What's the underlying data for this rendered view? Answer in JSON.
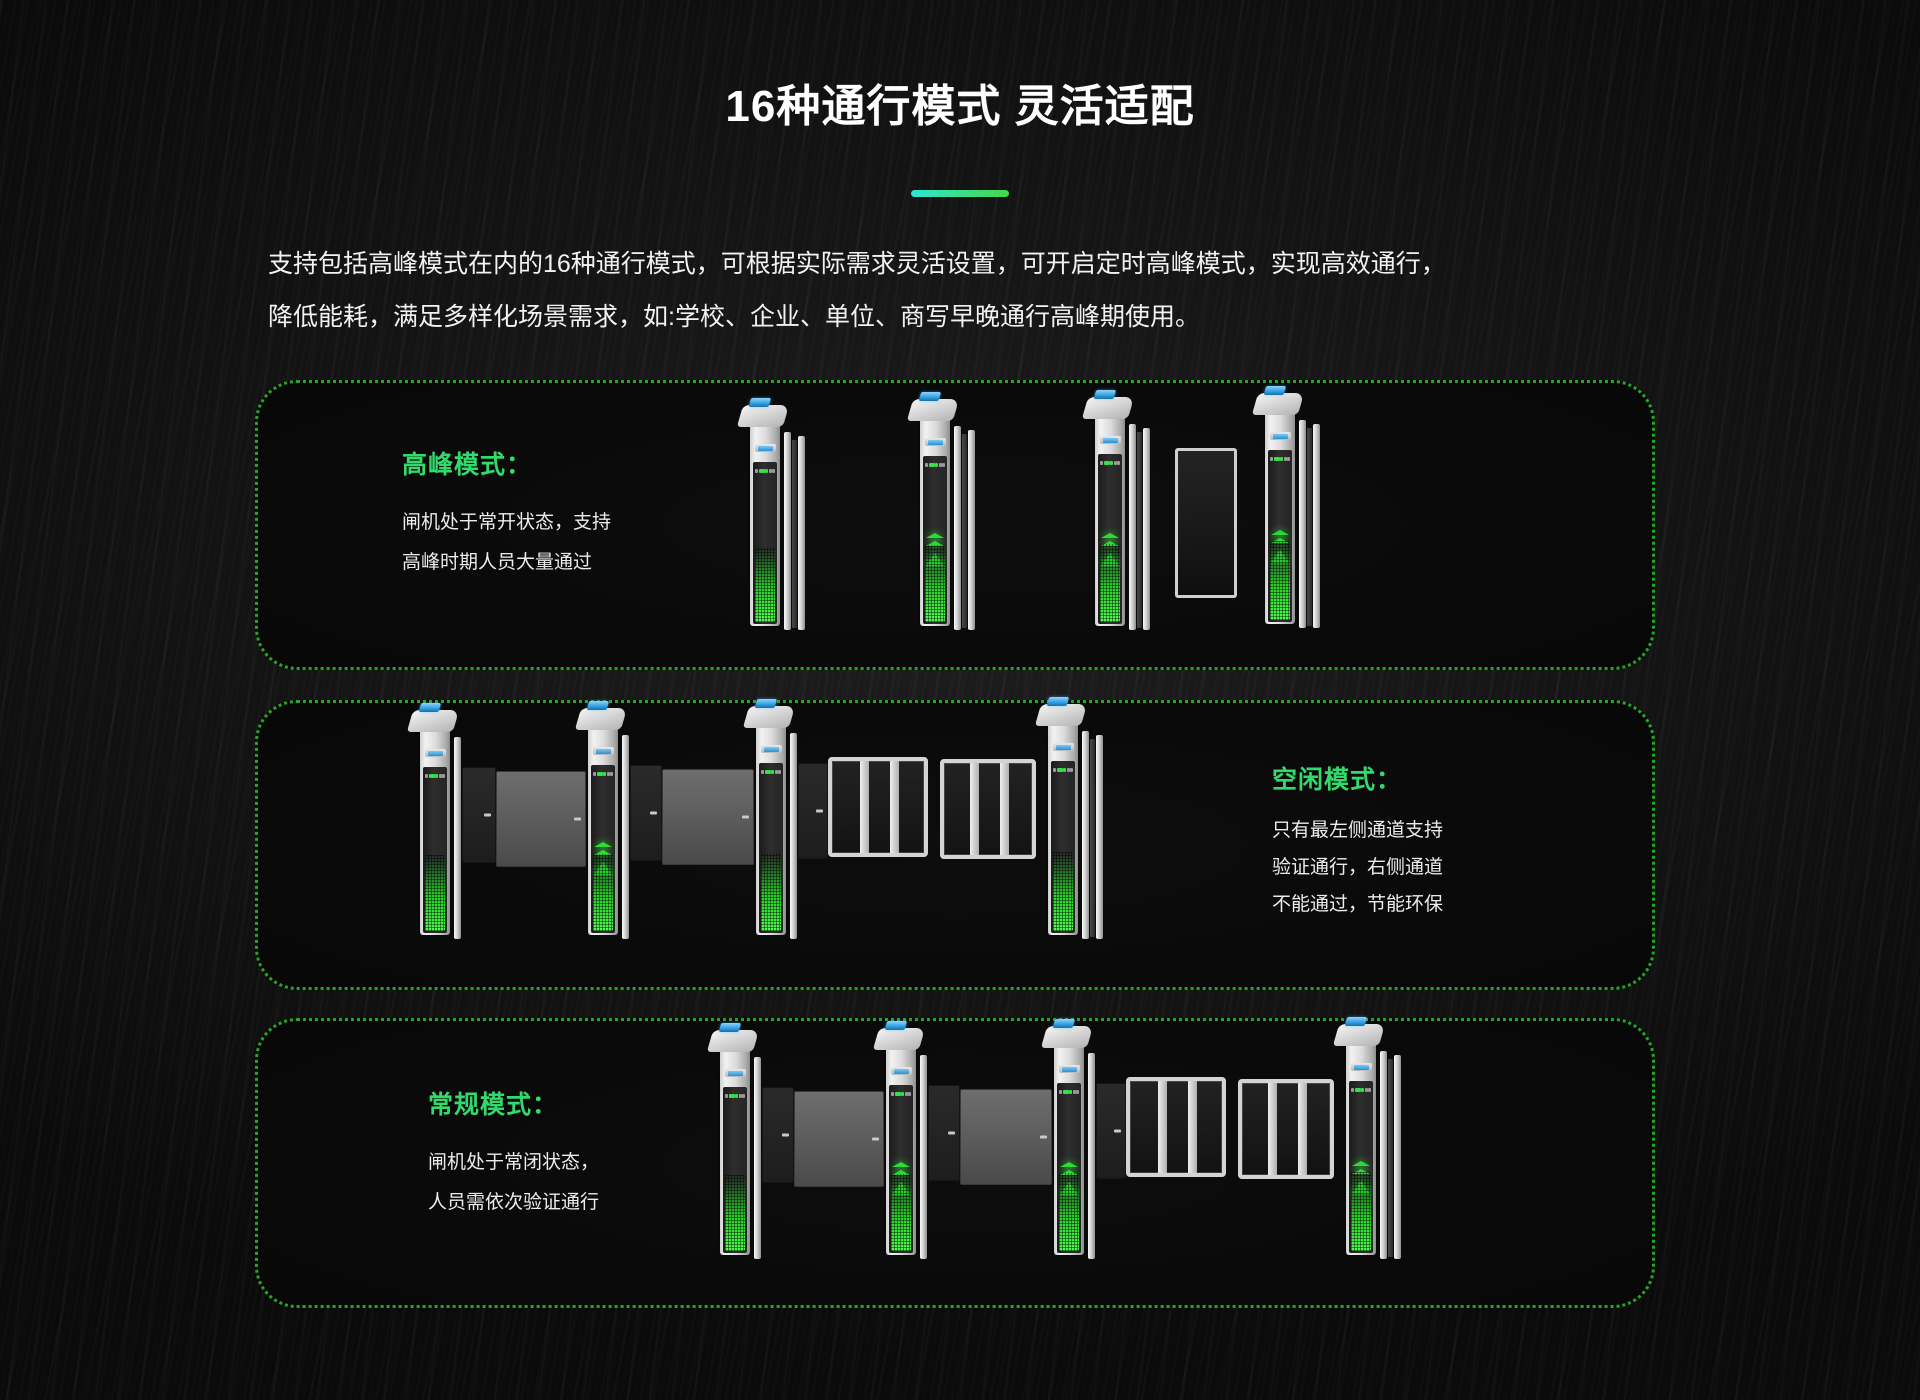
{
  "header": {
    "title": "16种通行模式 灵活适配",
    "divider_colors": [
      "#2ee6d6",
      "#3ddc84",
      "#45d94a"
    ]
  },
  "intro": {
    "line1": "支持包括高峰模式在内的16种通行模式，可根据实际需求灵活设置，可开启定时高峰模式，实现高效通行，",
    "line2": "降低能耗，满足多样化场景需求，如:学校、企业、单位、商写早晚通行高峰期使用。"
  },
  "accent": {
    "green": "#33d96a",
    "border_green": "#28a428",
    "led_green": "#2bdd33"
  },
  "cards": [
    {
      "id": "peak",
      "heading": "高峰模式：",
      "lines": [
        "闸机处于常开状态，支持",
        "高峰时期人员大量通过"
      ],
      "text_side": "left",
      "gate_count": 4
    },
    {
      "id": "idle",
      "heading": "空闲模式：",
      "lines": [
        "只有最左侧通道支持",
        "验证通行，右侧通道",
        "不能通过，节能环保"
      ],
      "text_side": "right",
      "gate_count": 4
    },
    {
      "id": "normal",
      "heading": "常规模式：",
      "lines": [
        "闸机处于常闭状态，",
        "人员需依次验证通行"
      ],
      "text_side": "left",
      "gate_count": 4
    }
  ]
}
